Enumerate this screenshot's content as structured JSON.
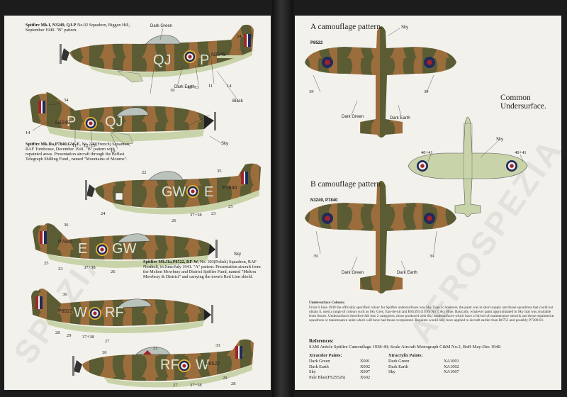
{
  "colors": {
    "dark_green": "#5b5c34",
    "dark_earth": "#9b6d3c",
    "sky": "#c8d3a9",
    "roundel_blue": "#202a5c",
    "roundel_red": "#a0242a",
    "yellow": "#e6b531",
    "code_grey": "#dde3d2"
  },
  "watermark": {
    "left": "SPEZIA",
    "right": "AEROSPEZIA"
  },
  "left": {
    "cap1": {
      "title": "Spitfire Mk.I, N3249, QJ-P",
      "text": "No.92 Squadron, Biggen Hill, September 1940. \"B\" pattern."
    },
    "cap2": {
      "title": "Spitfire Mk.IIa,P7840,GW-E,",
      "text": "No. 340(French) Squadron, RAF Turnhouse, December 1941. \"B\" pattern with repainted areas. Presentation aircraft through the Belfast Telegraph Shilling Fund , named \"Mountains of Mourne\"."
    },
    "cap3": {
      "title": "Spitfire Mk.IIa,P8522, RF-W,",
      "text": "No. 303(Polish) Squadron, RAF Northolt, in June/July 1941. \"A\" pattern. Presentation aircraft from the Melton Mowbray and District Spitfire Fund, named \"Melton Mowbray & District\" and carrying the town's Red Lion shield."
    },
    "codes": {
      "a1": "QJ",
      "a1b": "P",
      "a2a": "P",
      "a2b": "QJ",
      "a3a": "GW",
      "a3b": "E",
      "a4a": "E",
      "a4b": "GW",
      "a5a": "W",
      "a5b": "RF",
      "a6a": "RF",
      "a6b": "W"
    },
    "serials": {
      "s1": "N3249",
      "s2": "N3249",
      "s3": "P7840",
      "s4": "P7840",
      "s5": "P8522",
      "s6": "P8522"
    },
    "labels": {
      "dg1": "Dark Green",
      "de1": "Dark Earth",
      "blk1": "Black",
      "sky1": "Sky",
      "sky2": "Sky",
      "n34a": "34",
      "n10": "10",
      "n12a": "12+13",
      "n11a": "11",
      "n14a": "14",
      "n34b": "34",
      "n14b": "14",
      "n11b": "11",
      "n12b": "12+13",
      "n10b": "10",
      "n22": "22",
      "n35": "35",
      "n25a": "25",
      "n24": "24",
      "n26a": "26",
      "n37a": "37+38",
      "n23a": "23",
      "n36a": "36",
      "n25b": "25",
      "n23b": "23",
      "n37b": "37+38",
      "n26b": "26",
      "n36b": "36",
      "n28a": "28",
      "n29a": "29",
      "n37c": "37+38",
      "n27a": "27",
      "n30": "30",
      "n31": "31",
      "n33": "33",
      "n29b": "29",
      "n27b": "27",
      "n37d": "37+38",
      "n28b": "28"
    }
  },
  "right": {
    "a_title": "A camouflage pattern.",
    "a_serial": "P8522",
    "common": "Common Undersurface.",
    "b_title": "B camouflage pattern",
    "b_serial": "N3249, P7840",
    "labels": {
      "sky_a": "Sky",
      "n39a": "39",
      "n39b": "39",
      "dg_a": "Dark Green",
      "de_a": "Dark Earth",
      "sky_c": "Sky",
      "n40a": "40+41",
      "n40b": "40+41",
      "n39c": "39",
      "n39d": "39",
      "dg_b": "Dark Green",
      "de_b": "Dark Earth"
    },
    "under_title": "Undersurface Colours:",
    "under_text": "From 6 June 1940 the officially specified colour for Spitfire undersurfaces was Sky Type S; however, the paint was in short supply and those squadrons that could not obtain it, used a range of colours such as Sky Grey, Eau-de-nil and BS5393 (1936) No 5 Sky Blue. Basically, whatever paint approximated to Sky that was available from Stores. Undersurfaces therefore fall into 2 categories, those produced with Sky undersurfaces which have a full set of maintenance stencils and those repainted at squadrons or maintenance units which will have had those overpainted. Repaints would only have applied to aircraft earlier than R6751 and possibly P7280-81.",
    "ref_title": "References:",
    "ref_text": "SAM Article Spitfire Camouflage 1938-40; Scale Aircraft Monograph C&M No.2, BoB May-Dec 1940.",
    "x_title": "Xtracolor Paints:",
    "x_names": [
      "Dark Green",
      "Dark Earth",
      "Sky",
      "Pale Blue(FS25526)"
    ],
    "x_codes": [
      "X001",
      "X002",
      "X007",
      "X602"
    ],
    "xc_title": "Xtracrylix Paints:",
    "xc_names": [
      "Dark Green",
      "Dark Earth",
      "Sky"
    ],
    "xc_codes": [
      "XA1001",
      "XA1002",
      "XA1007"
    ]
  }
}
